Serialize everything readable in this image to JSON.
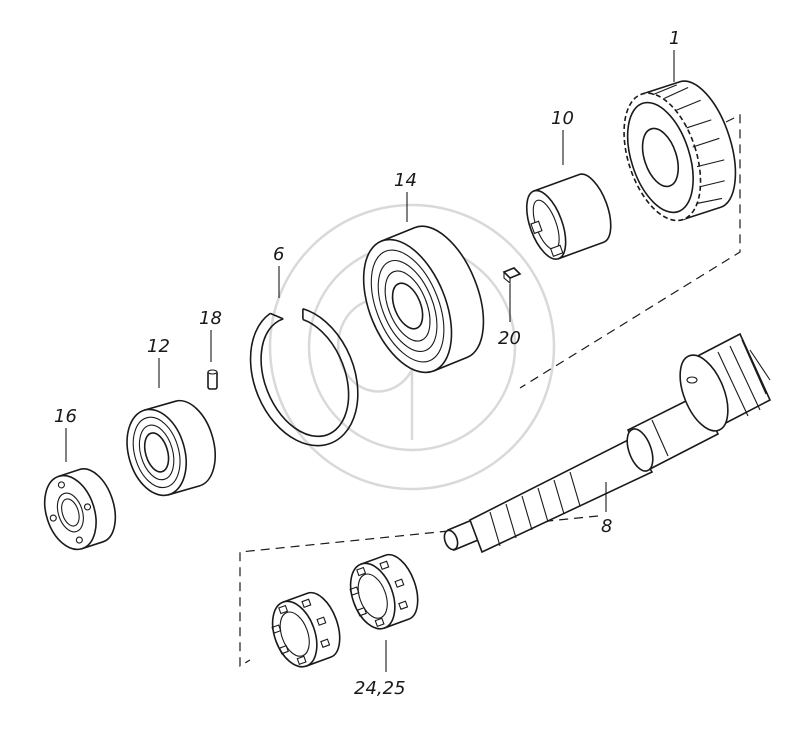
{
  "labels": {
    "p1": "1",
    "p10": "10",
    "p14": "14",
    "p6": "6",
    "p18": "18",
    "p12": "12",
    "p20": "20",
    "p16": "16",
    "p8": "8",
    "p24_25": "24,25"
  }
}
